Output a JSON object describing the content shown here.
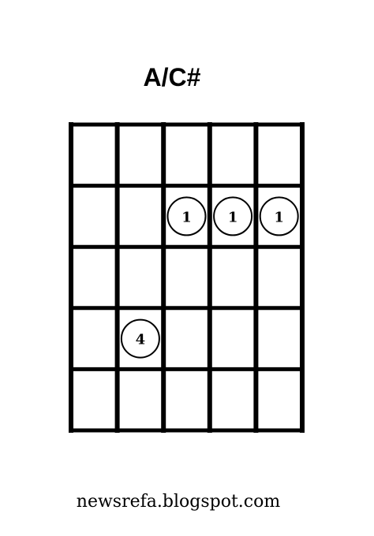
{
  "chord": {
    "name": "A/C#",
    "strings": 6,
    "frets": 5,
    "fingers": [
      {
        "string": 3,
        "fret": 2,
        "label": "1"
      },
      {
        "string": 4,
        "fret": 2,
        "label": "1"
      },
      {
        "string": 5,
        "fret": 2,
        "label": "1"
      },
      {
        "string": 2,
        "fret": 4,
        "label": "4"
      }
    ]
  },
  "footer": {
    "caption": "newsrefa.blogspot.com"
  },
  "colors": {
    "line": "#000000",
    "background": "#ffffff",
    "dot_fill": "#ffffff"
  }
}
